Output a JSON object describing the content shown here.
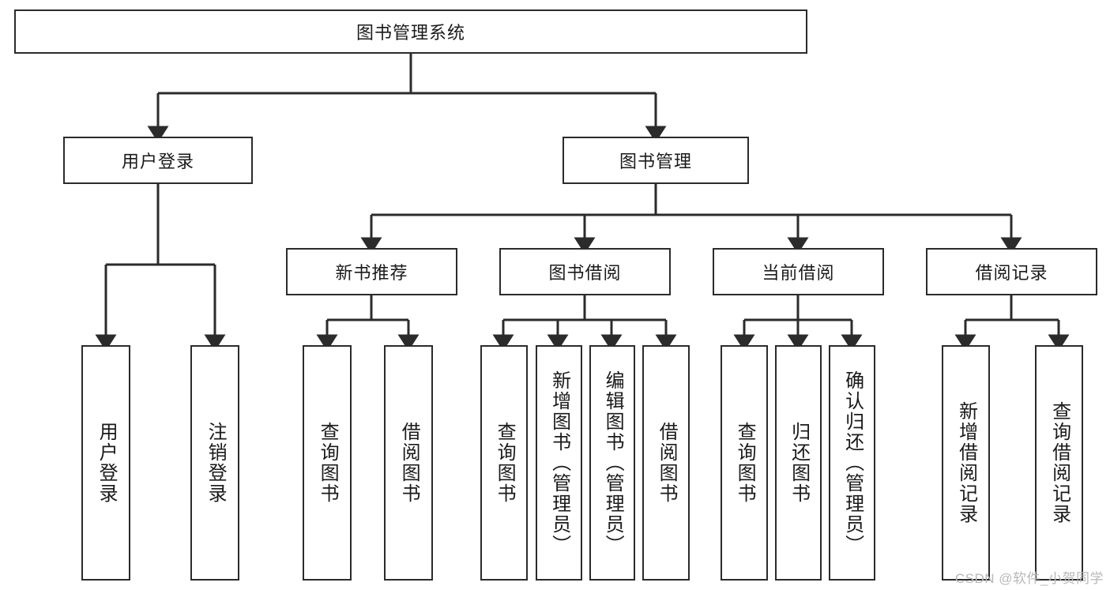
{
  "diagram": {
    "title": "图书管理系统",
    "type": "tree-hierarchy-diagram",
    "root": {
      "id": "root",
      "label": "图书管理系统"
    },
    "level1": [
      {
        "id": "user-login",
        "label": "用户登录"
      },
      {
        "id": "book-manage",
        "label": "图书管理"
      }
    ],
    "level2": [
      {
        "id": "new-book-rec",
        "label": "新书推荐",
        "parent": "book-manage"
      },
      {
        "id": "book-borrow",
        "label": "图书借阅",
        "parent": "book-manage"
      },
      {
        "id": "current-borrow",
        "label": "当前借阅",
        "parent": "book-manage"
      },
      {
        "id": "borrow-record",
        "label": "借阅记录",
        "parent": "book-manage"
      }
    ],
    "leaves": [
      {
        "id": "leaf-user-login",
        "label": "用户登录",
        "parent": "user-login"
      },
      {
        "id": "leaf-user-logout",
        "label": "注销登录",
        "parent": "user-login"
      },
      {
        "id": "leaf-rec-query-book",
        "label": "查询图书",
        "parent": "new-book-rec"
      },
      {
        "id": "leaf-rec-borrow-book",
        "label": "借阅图书",
        "parent": "new-book-rec"
      },
      {
        "id": "leaf-borrow-query-book",
        "label": "查询图书",
        "parent": "book-borrow"
      },
      {
        "id": "leaf-borrow-add-book",
        "label": "新增图书（管理员）",
        "parent": "book-borrow"
      },
      {
        "id": "leaf-borrow-edit-book",
        "label": "编辑图书（管理员）",
        "parent": "book-borrow"
      },
      {
        "id": "leaf-borrow-borrow-book",
        "label": "借阅图书",
        "parent": "book-borrow"
      },
      {
        "id": "leaf-cur-query-book",
        "label": "查询图书",
        "parent": "current-borrow"
      },
      {
        "id": "leaf-cur-return-book",
        "label": "归还图书",
        "parent": "current-borrow"
      },
      {
        "id": "leaf-cur-confirm-return",
        "label": "确认归还（管理员）",
        "parent": "current-borrow"
      },
      {
        "id": "leaf-rec-add-record",
        "label": "新增借阅记录",
        "parent": "borrow-record"
      },
      {
        "id": "leaf-rec-query-record",
        "label": "查询借阅记录",
        "parent": "borrow-record"
      }
    ],
    "colors": {
      "stroke": "#2b2b2b",
      "fill": "#ffffff",
      "text": "#1a1a1a",
      "watermark": "#b8b8b8"
    }
  },
  "watermark": {
    "text": "CSDN @软件_小贺同学"
  }
}
